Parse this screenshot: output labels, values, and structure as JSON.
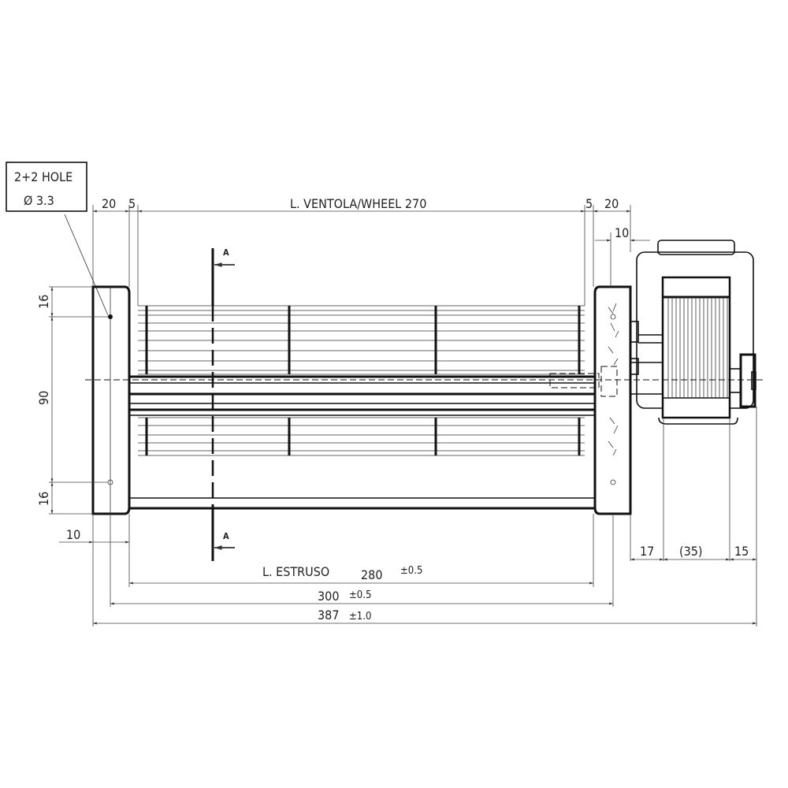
{
  "title": "Tangential fan technical drawing",
  "hole_note": {
    "line1": "2+2 HOLE",
    "line2": "Ø 3.3"
  },
  "section_label": "A",
  "dimensions": {
    "top_left_20": "20",
    "top_left_5": "5",
    "wheel_length": "L. VENTOLA/WHEEL 270",
    "top_right_5": "5",
    "top_right_20": "20",
    "motor_offset_10": "10",
    "left_16_top": "16",
    "left_90": "90",
    "left_16_bottom": "16",
    "left_10": "10",
    "extrusion_label": "L. ESTRUSO",
    "extrusion_value": "280",
    "extrusion_tol": "±0.5",
    "plates_value": "300",
    "plates_tol": "±0.5",
    "overall_value": "387",
    "overall_tol": "±1.0",
    "motor_17": "17",
    "motor_35": "(35)",
    "motor_15": "15"
  }
}
